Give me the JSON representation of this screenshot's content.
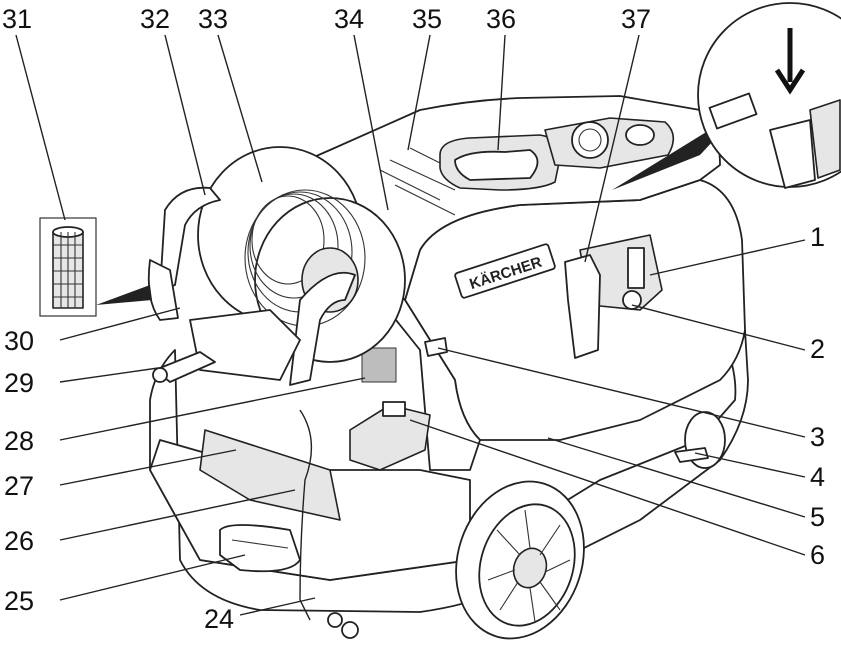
{
  "callouts": [
    "1",
    "2",
    "3",
    "4",
    "5",
    "6",
    "24",
    "25",
    "26",
    "27",
    "28",
    "29",
    "30",
    "31",
    "32",
    "33",
    "34",
    "35",
    "36",
    "37"
  ],
  "brand": "KÄRCHER"
}
